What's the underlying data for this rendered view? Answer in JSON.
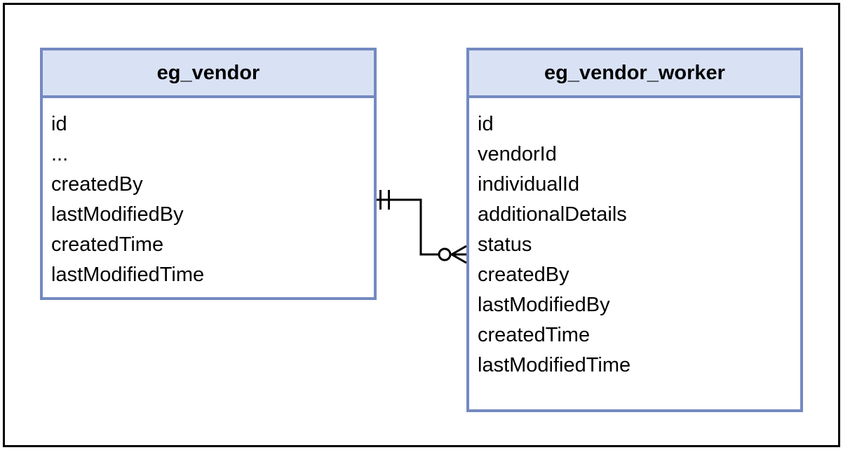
{
  "diagram": {
    "type": "entity-relationship",
    "entities": [
      {
        "name": "eg_vendor",
        "fields": [
          "id",
          "...",
          "createdBy",
          "lastModifiedBy",
          "createdTime",
          "lastModifiedTime"
        ]
      },
      {
        "name": "eg_vendor_worker",
        "fields": [
          "id",
          "vendorId",
          "individualId",
          "additionalDetails",
          "status",
          "createdBy",
          "lastModifiedBy",
          "createdTime",
          "lastModifiedTime"
        ]
      }
    ],
    "relationship": {
      "from_entity": "eg_vendor",
      "to_entity": "eg_vendor_worker",
      "from_cardinality": "exactly one",
      "to_cardinality": "zero or many"
    },
    "colors": {
      "entity_header_fill": "#d9e2f5",
      "entity_border": "#7389c0",
      "connector_stroke": "#000000",
      "frame_border": "#000000",
      "canvas_background": "#ffffff"
    }
  }
}
